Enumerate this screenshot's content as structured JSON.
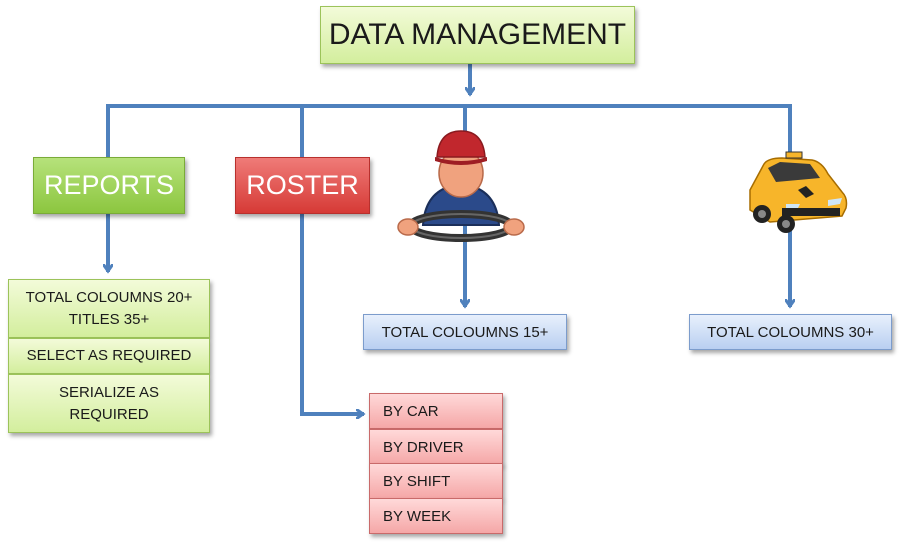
{
  "diagram": {
    "title": "DATA MANAGEMENT",
    "branches": {
      "reports": {
        "label": "REPORTS",
        "items": [
          "TOTAL COLOUMNS 20+\nTITLES 35+",
          "SELECT AS REQUIRED",
          "SERIALIZE AS\nREQUIRED"
        ]
      },
      "roster": {
        "label": "ROSTER",
        "items": [
          "BY CAR",
          "BY DRIVER",
          "BY SHIFT",
          "BY WEEK"
        ]
      },
      "driver": {
        "icon": "driver-with-steering-wheel-icon",
        "label": "TOTAL COLOUMNS 15+"
      },
      "car": {
        "icon": "taxi-car-icon",
        "label": "TOTAL COLOUMNS 30+"
      }
    },
    "colors": {
      "connector": "#4f81bd",
      "green": "#8cc63f",
      "red": "#d63a36",
      "blue": "#b9cff1"
    }
  }
}
